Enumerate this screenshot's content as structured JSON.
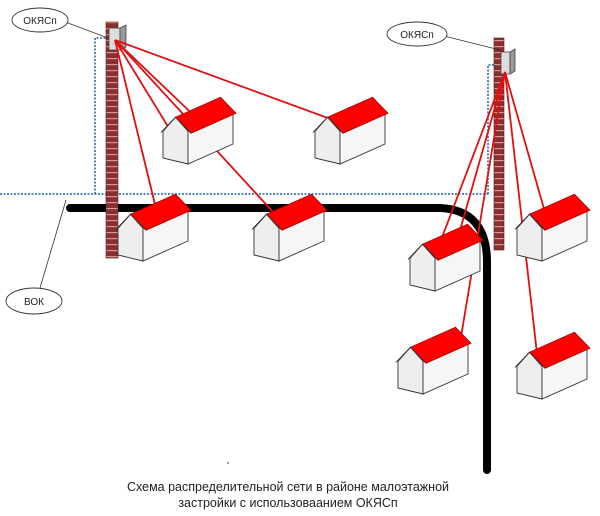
{
  "labels": {
    "okyasp_left": "ОКЯСп",
    "okyasp_right": "ОКЯСп",
    "vok": "ВОК"
  },
  "caption": {
    "line1": "Схема распределительной сети в районе малоэтажной",
    "line2": "застройки с использоваанием ОКЯСп"
  },
  "colors": {
    "pole": "#8b2e2e",
    "pole_band": "#c9a0a0",
    "drop_wire": "#e01010",
    "roof": "#ff0000",
    "house_wall": "#eeeeee",
    "house_outline": "#333333",
    "fiber_dotted": "#1f5f9f",
    "main_cable": "#000000"
  }
}
